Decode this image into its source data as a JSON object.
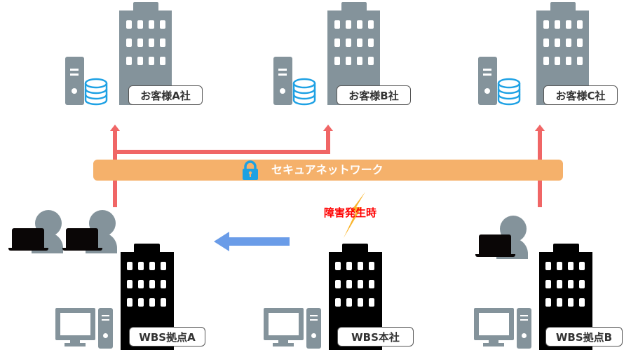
{
  "diagram": {
    "customers": [
      {
        "label": "お客様A社",
        "icon": "gray-office-building"
      },
      {
        "label": "お客様B社",
        "icon": "gray-office-building"
      },
      {
        "label": "お客様C社",
        "icon": "gray-office-building"
      }
    ],
    "network": {
      "label": "セキュアネットワーク",
      "icon": "lock-icon",
      "bar_color": "#f5b16b",
      "lock_color": "#1da1e2"
    },
    "incident": {
      "label": "障害発生時",
      "icon": "lightning-icon",
      "label_color": "#ff0000",
      "bolt_color": "#f9b52e"
    },
    "sites": [
      {
        "label": "WBS拠点A",
        "icon": "black-office-building",
        "users": 2
      },
      {
        "label": "WBS本社",
        "icon": "black-office-building",
        "users": 0
      },
      {
        "label": "WBS拠点B",
        "icon": "black-office-building",
        "users": 1
      }
    ],
    "colors": {
      "connection": "#f06666",
      "failover_arrow": "#6a9ce8",
      "gray_icon": "#84939b",
      "database": "#1ea1e4"
    }
  }
}
